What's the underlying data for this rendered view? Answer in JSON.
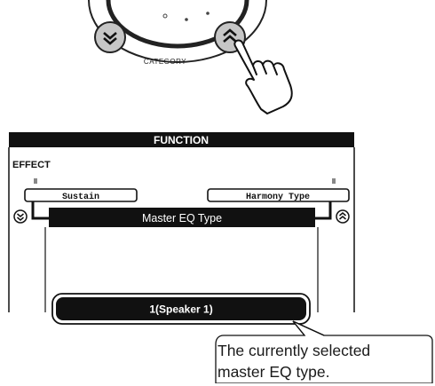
{
  "dial": {
    "category_label": "CATEGORY",
    "dec_icon": "double-chevron-down-icon",
    "inc_icon": "double-chevron-up-icon",
    "button_fill": "#c6c6c6"
  },
  "lcd": {
    "header_title": "FUNCTION",
    "section_title": "EFFECT",
    "left_item": "Sustain",
    "right_item": "Harmony Type",
    "main_title": "Master EQ Type",
    "selected_value": "1(Speaker 1)",
    "ink": "#111111"
  },
  "callout": {
    "line1": "The currently selected",
    "line2": "master EQ type."
  }
}
